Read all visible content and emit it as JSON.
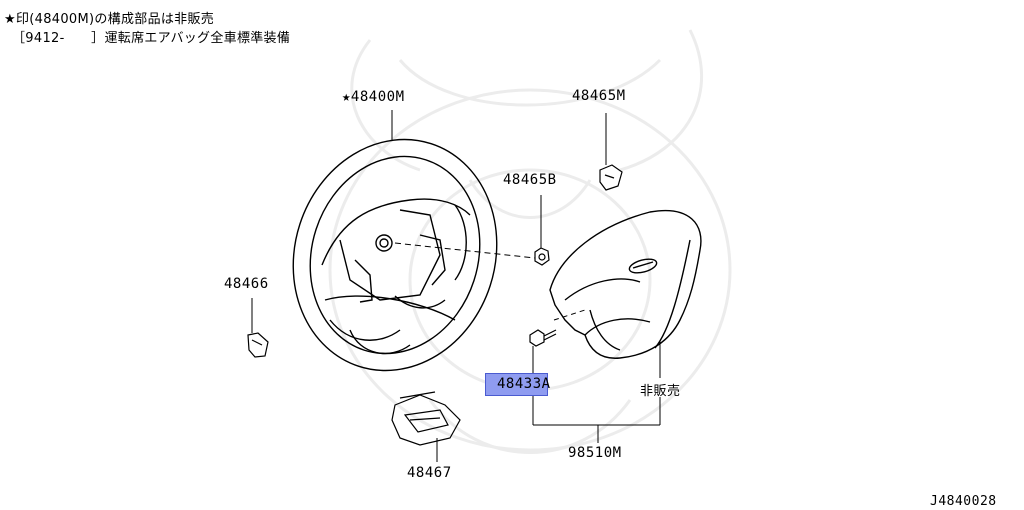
{
  "notes": {
    "line1": "★印(48400M)の構成部品は非販売",
    "line2": "［9412-　　］運転席エアバッグ全車標準装備"
  },
  "labels": {
    "p48400M": "★48400M",
    "p48465M": "48465M",
    "p48465B": "48465B",
    "p48466": "48466",
    "p48433A": "48433A",
    "hibanbai": "非販売",
    "p98510M": "98510M",
    "p48467": "48467"
  },
  "diagram_id": "J4840028",
  "colors": {
    "highlight": "#8f9cf0",
    "line": "#000000"
  }
}
